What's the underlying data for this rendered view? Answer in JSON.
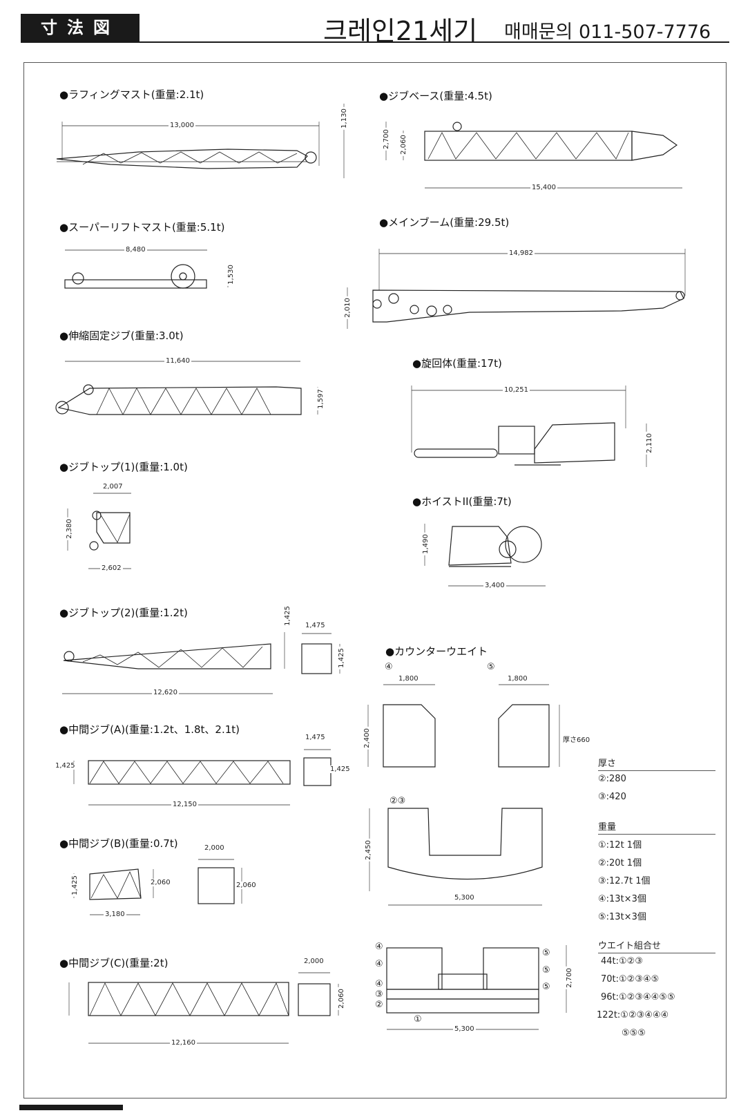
{
  "header": {
    "title": "寸法図",
    "company": "크레인21세기",
    "contact": "매매문의 011-507-7776"
  },
  "components": [
    {
      "id": "luffing-mast",
      "caption": "●ラフィングマスト(重量:2.1t)",
      "dims": [
        "13,000",
        "1,130"
      ]
    },
    {
      "id": "jib-base",
      "caption": "●ジブベース(重量:4.5t)",
      "dims": [
        "2,700",
        "2,060",
        "15,400"
      ]
    },
    {
      "id": "superlift-mast",
      "caption": "●スーパーリフトマスト(重量:5.1t)",
      "dims": [
        "8,480",
        "1,530"
      ]
    },
    {
      "id": "main-boom",
      "caption": "●メインブーム(重量:29.5t)",
      "dims": [
        "14,982",
        "2,010"
      ]
    },
    {
      "id": "telescopic-jib",
      "caption": "●伸縮固定ジブ(重量:3.0t)",
      "dims": [
        "11,640",
        "1,597"
      ]
    },
    {
      "id": "upper-structure",
      "caption": "●旋回体(重量:17t)",
      "dims": [
        "10,251",
        "2,110"
      ]
    },
    {
      "id": "jib-top-1",
      "caption": "●ジブトップ(1)(重量:1.0t)",
      "dims": [
        "2,007",
        "2,380",
        "2,602"
      ]
    },
    {
      "id": "hoist-2",
      "caption": "●ホイストII(重量:7t)",
      "dims": [
        "1,490",
        "3,400"
      ]
    },
    {
      "id": "jib-top-2",
      "caption": "●ジブトップ(2)(重量:1.2t)",
      "dims": [
        "1,425",
        "1,475",
        "1,425",
        "12,620"
      ]
    },
    {
      "id": "mid-jib-a",
      "caption": "●中間ジブ(A)(重量:1.2t、1.8t、2.1t)",
      "dims": [
        "1,475",
        "1,425",
        "1,425",
        "12,150"
      ]
    },
    {
      "id": "mid-jib-b",
      "caption": "●中間ジブ(B)(重量:0.7t)",
      "dims": [
        "2,000",
        "1,425",
        "2,060",
        "2,060",
        "3,180"
      ]
    },
    {
      "id": "mid-jib-c",
      "caption": "●中間ジブ(C)(重量:2t)",
      "dims": [
        "2,000",
        "2,060",
        "12,160"
      ]
    }
  ],
  "counterweight": {
    "caption": "●カウンターウエイト",
    "top_labels": [
      "④",
      "⑤"
    ],
    "top_dims": [
      "1,800",
      "1,800",
      "2,400",
      "厚さ660"
    ],
    "mid_label": "②③",
    "mid_dims": [
      "2,450",
      "5,300"
    ],
    "bottom_stack_left": [
      "④",
      "④",
      "④",
      "③",
      "②"
    ],
    "bottom_stack_right": [
      "⑤",
      "⑤",
      "⑤"
    ],
    "bottom_bottom_label": "①",
    "bottom_dims": [
      "5,300",
      "2,700"
    ]
  },
  "thickness": {
    "title": "厚さ",
    "rows": [
      "②:280",
      "③:420"
    ]
  },
  "weight": {
    "title": "重量",
    "rows": [
      "①:12t 1個",
      "②:20t 1個",
      "③:12.7t 1個",
      "④:13t×3個",
      "⑤:13t×3個"
    ]
  },
  "combination": {
    "title": "ウエイト組合せ",
    "rows": [
      "44t:①②③",
      "70t:①②③④⑤",
      "96t:①②③④④⑤⑤",
      "122t:①②③④④④",
      "⑤⑤⑤"
    ]
  }
}
